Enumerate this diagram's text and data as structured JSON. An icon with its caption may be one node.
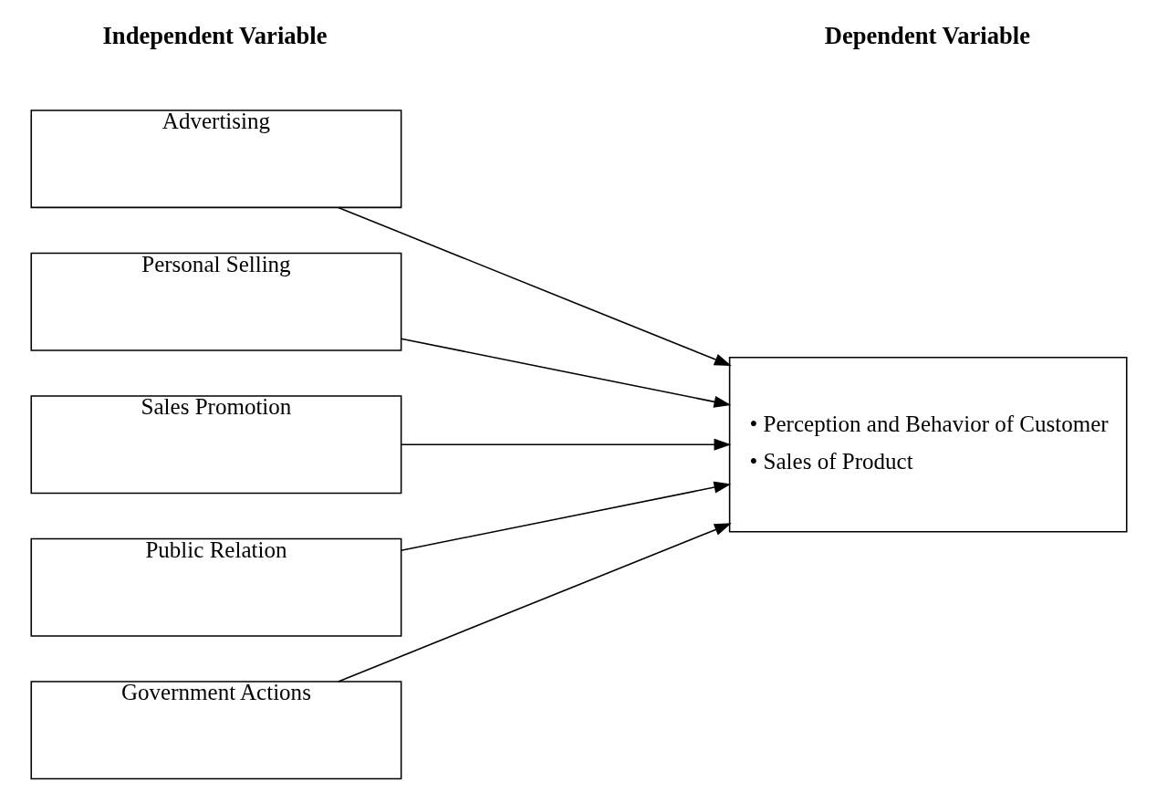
{
  "diagram": {
    "nodes": [
      {
        "text": [
          "Advertising"
        ]
      },
      {
        "text": [
          "Personal Selling"
        ]
      },
      {
        "text": [
          "Sales Promotion"
        ]
      },
      {
        "text": [
          "Public Relation"
        ]
      },
      {
        "text": [
          "Government Actions"
        ]
      },
      {
        "text": [
          "• Perception and Behavior of Customer",
          "• Sales of Product"
        ]
      }
    ],
    "edges": [
      {
        "from": 0,
        "to": 5,
        "arrow": "to"
      },
      {
        "from": 1,
        "to": 5,
        "arrow": "to"
      },
      {
        "from": 2,
        "to": 5,
        "arrow": "to"
      },
      {
        "from": 3,
        "to": 5,
        "arrow": "to"
      },
      {
        "from": 4,
        "to": 5,
        "arrow": "to"
      }
    ],
    "labels": [
      "Independent Variable",
      "Dependent Variable"
    ]
  }
}
